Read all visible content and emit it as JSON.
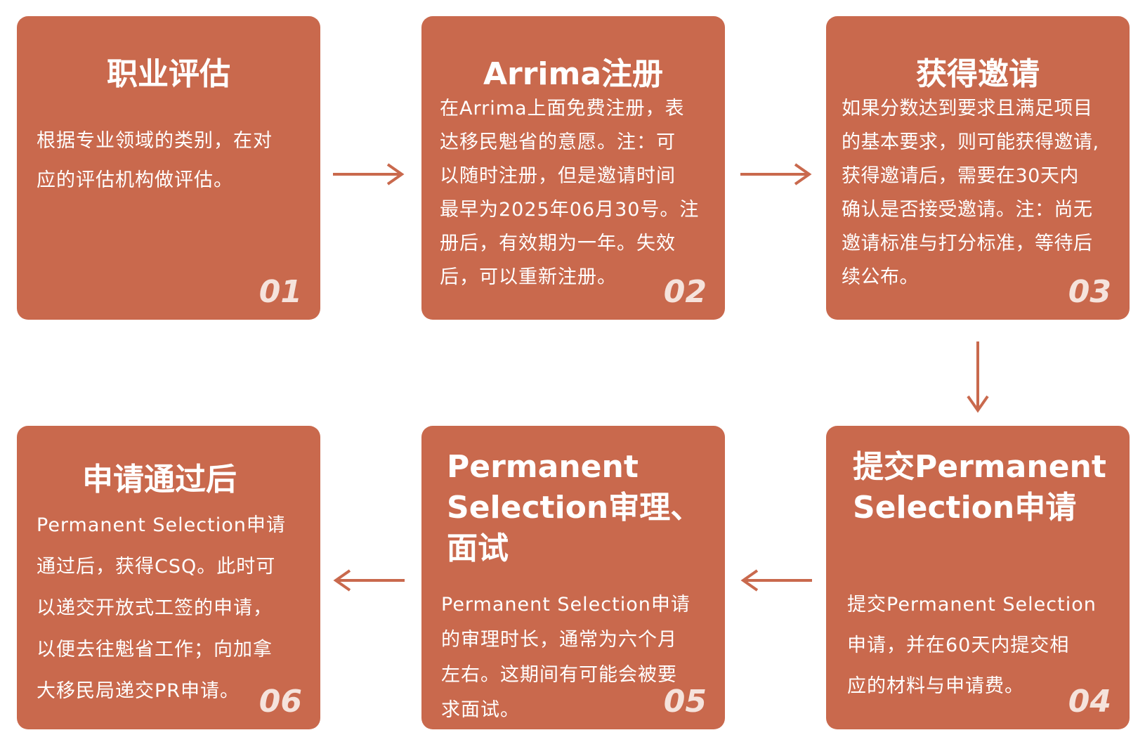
{
  "colors": {
    "card": "#c9694d",
    "arrow": "#c9694d",
    "text": "#ffffff"
  },
  "steps": [
    {
      "title": "职业评估",
      "desc_lines": [
        "根据专业领域的类别，在对",
        "应的评估机构做评估。"
      ],
      "num": "01"
    },
    {
      "title": "Arrima注册",
      "desc_lines": [
        "在Arrima上面免费注册，表",
        "达移民魁省的意愿。注：可",
        "以随时注册，但是邀请时间",
        "最早为2025年06月30号。注",
        "册后，有效期为一年。失效",
        "后，可以重新注册。"
      ],
      "num": "02"
    },
    {
      "title": "获得邀请",
      "desc_lines": [
        "如果分数达到要求且满足项目",
        "的基本要求，则可能获得邀请,",
        "获得邀请后，需要在30天内",
        "确认是否接受邀请。注：尚无",
        "邀请标准与打分标准，等待后",
        "续公布。"
      ],
      "num": "03"
    },
    {
      "title_lines": [
        "提交Permanent",
        "Selection申请"
      ],
      "desc_lines": [
        "提交Permanent Selection",
        "申请，并在60天内提交相",
        "应的材料与申请费。"
      ],
      "num": "04"
    },
    {
      "title_lines": [
        "Permanent",
        "Selection审理、",
        "面试"
      ],
      "desc_lines": [
        "Permanent Selection申请",
        "的审理时长，通常为六个月",
        "左右。这期间有可能会被要",
        "求面试。"
      ],
      "num": "05"
    },
    {
      "title": "申请通过后",
      "desc_lines": [
        "Permanent Selection申请",
        "通过后，获得CSQ。此时可",
        "以递交开放式工签的申请，",
        "以便去往魁省工作；向加拿",
        "大移民局递交PR申请。"
      ],
      "num": "06"
    }
  ]
}
